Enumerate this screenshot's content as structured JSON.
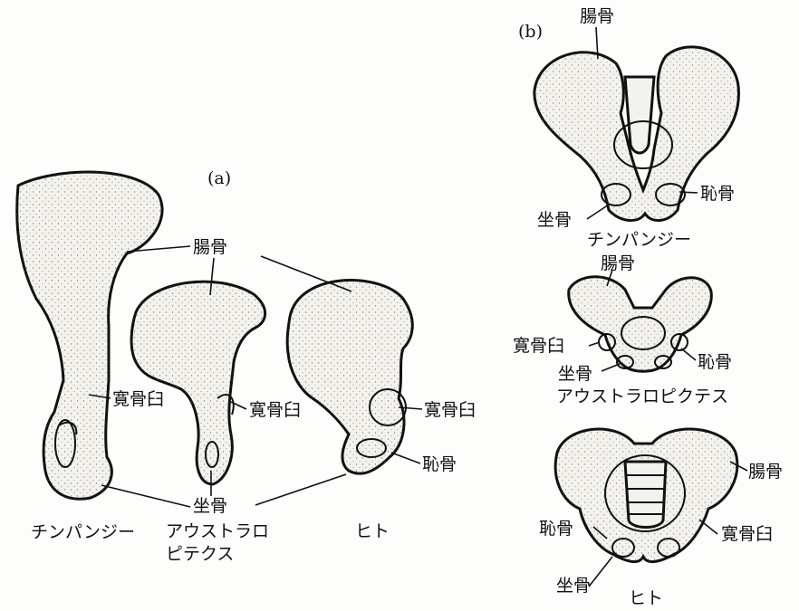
{
  "panels": {
    "a": "(a)",
    "b": "(b)"
  },
  "panel_a": {
    "ilium": "腸骨",
    "acetabulum_chimp": "寛骨臼",
    "acetabulum_aus": "寛骨臼",
    "acetabulum_human": "寛骨臼",
    "pubis": "恥骨",
    "ischium": "坐骨",
    "caption_chimp": "チンパンジー",
    "caption_aus_1": "アウストラロ",
    "caption_aus_2": "ピテクス",
    "caption_human": "ヒト"
  },
  "panel_b": {
    "chimp": {
      "ilium": "腸骨",
      "pubis": "恥骨",
      "ischium": "坐骨",
      "caption": "チンパンジー"
    },
    "aus": {
      "ilium": "腸骨",
      "acetabulum": "寛骨臼",
      "pubis": "恥骨",
      "ischium": "坐骨",
      "caption": "アウストラロピクテス"
    },
    "human": {
      "ilium": "腸骨",
      "acetabulum": "寛骨臼",
      "pubis": "恥骨",
      "ischium": "坐骨",
      "caption": "ヒト"
    }
  }
}
